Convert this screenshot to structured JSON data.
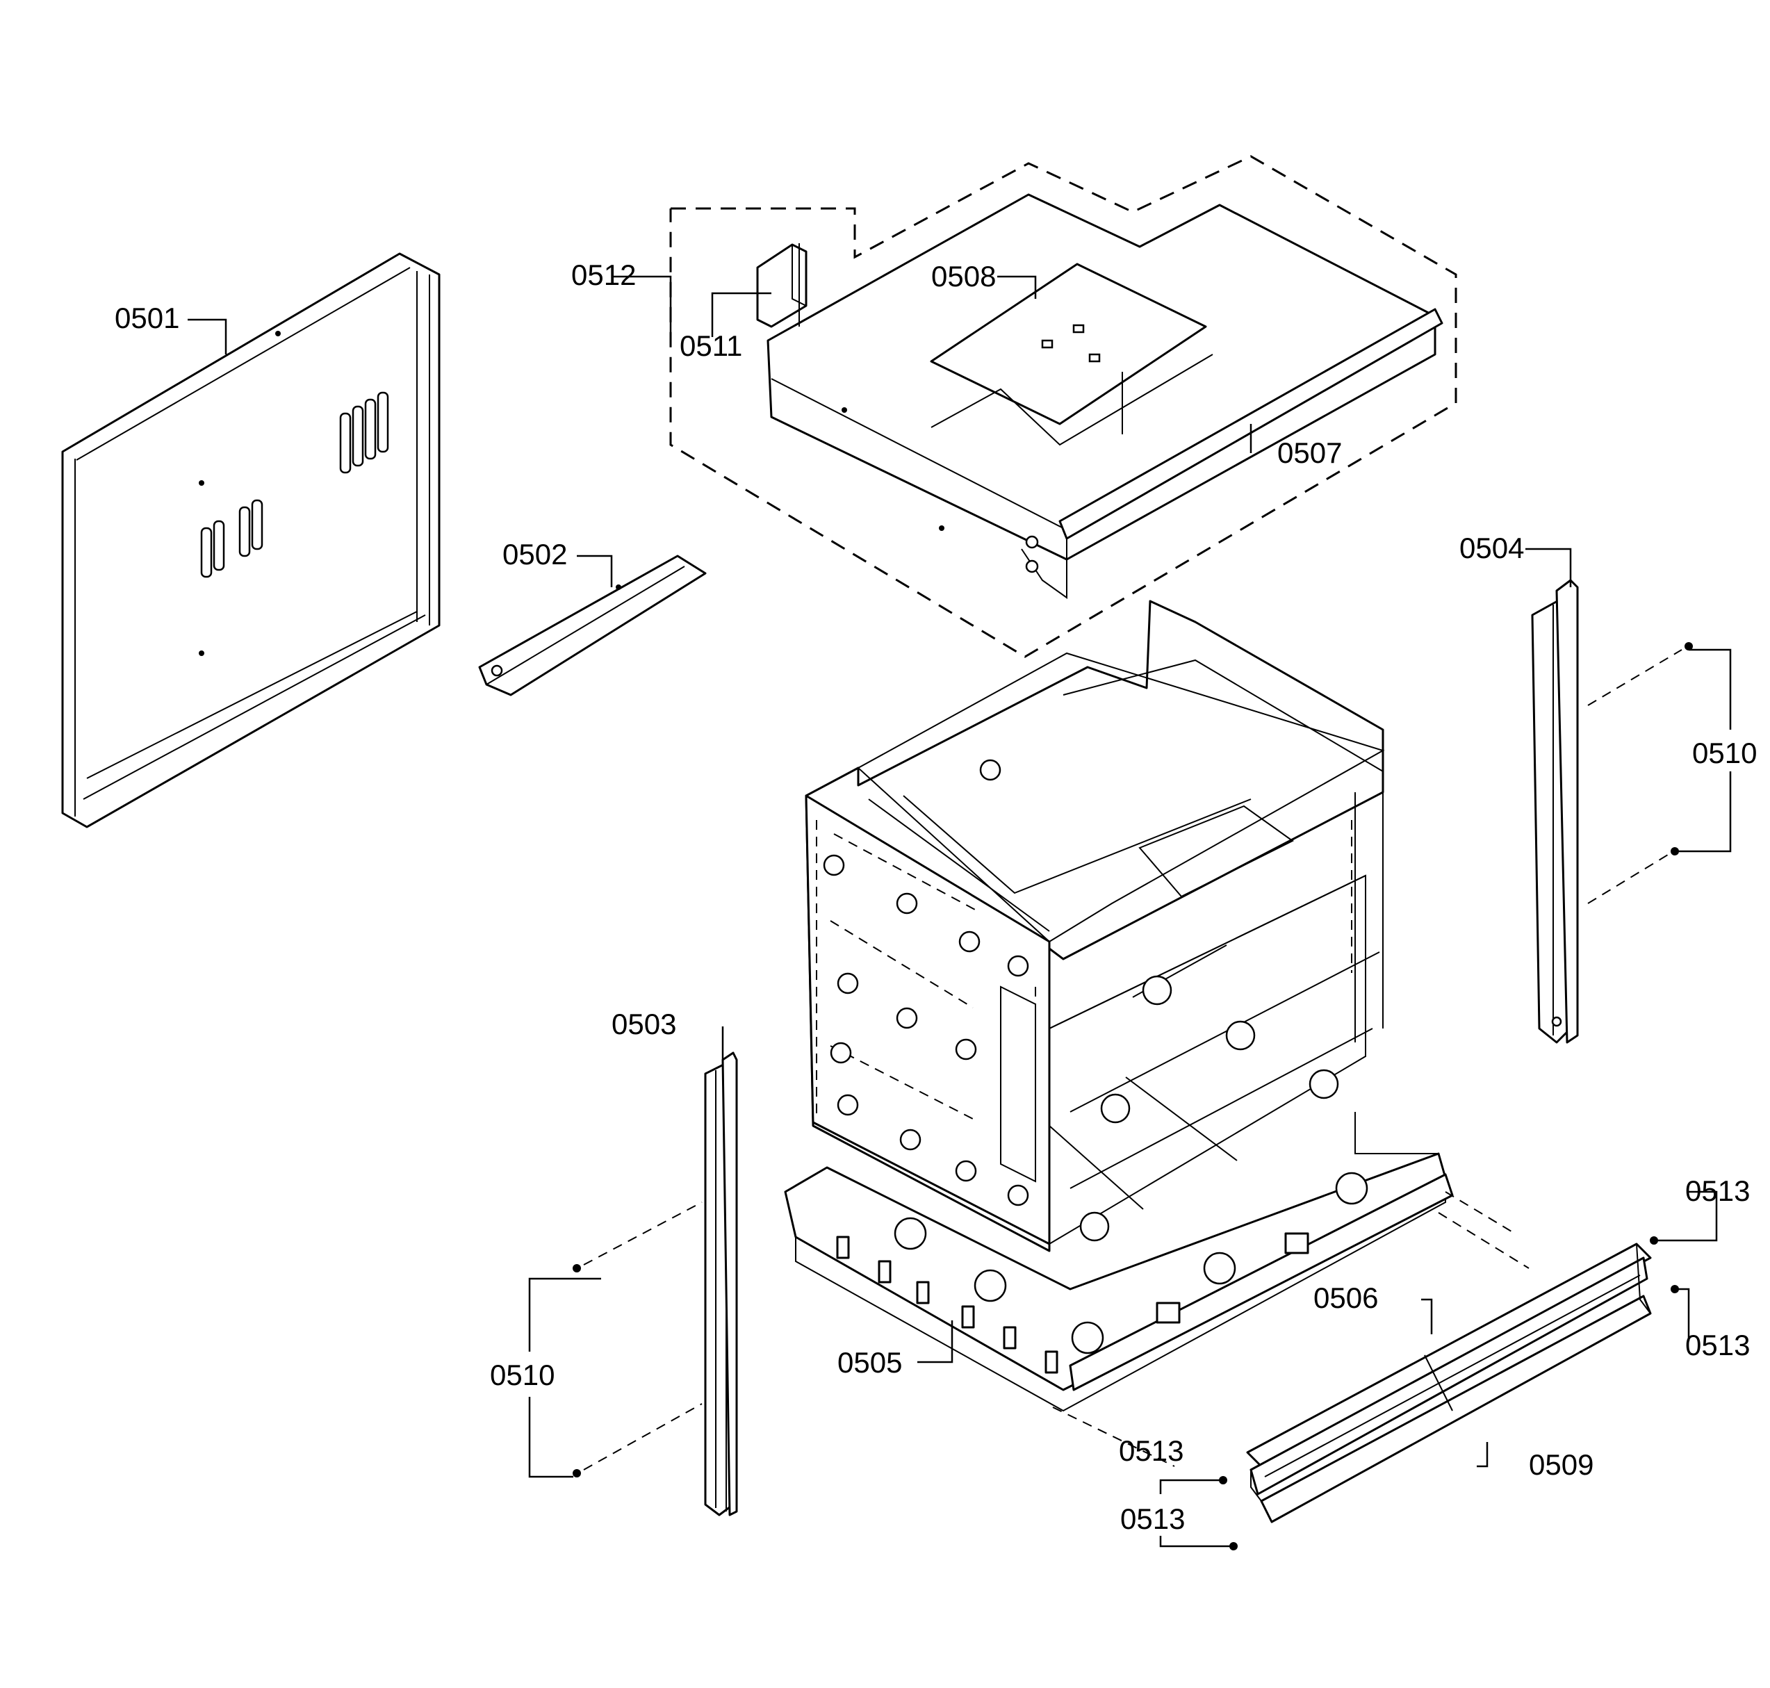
{
  "labels": {
    "p0501": "0501",
    "p0502": "0502",
    "p0503": "0503",
    "p0504": "0504",
    "p0505": "0505",
    "p0506": "0506",
    "p0507": "0507",
    "p0508": "0508",
    "p0509": "0509",
    "p0510_right": "0510",
    "p0510_left": "0510",
    "p0511": "0511",
    "p0512": "0512",
    "p0513_a": "0513",
    "p0513_b": "0513",
    "p0513_c": "0513",
    "p0513_d": "0513"
  }
}
